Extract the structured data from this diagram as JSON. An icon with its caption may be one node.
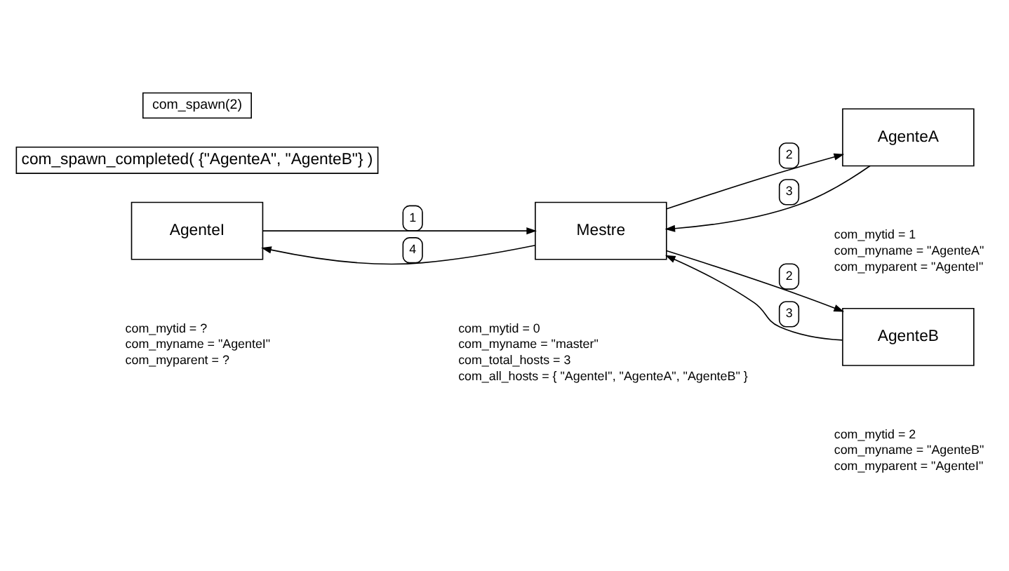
{
  "diagram": {
    "nodes": [
      {
        "text": [
          "AgenteI"
        ],
        "beside": [
          "com_mytid = ?",
          "com_myname = \"AgenteI\"",
          "com_myparent = ?"
        ]
      },
      {
        "text": [
          "com_spawn_completed( {\"AgenteA\", \"AgenteB\"} )"
        ]
      },
      {
        "text": [
          "com_spawn(2)"
        ]
      },
      {
        "text": [
          "Mestre"
        ],
        "beside": [
          "com_mytid = 0",
          "com_myname = \"master\"",
          "com_total_hosts = 3",
          "com_all_hosts = { \"AgenteI\", \"AgenteA\", \"AgenteB\" }"
        ]
      },
      {
        "text": [
          "AgenteA"
        ],
        "beside": [
          "com_mytid = 1",
          "com_myname = \"AgenteA\"",
          "com_myparent = \"AgenteI\""
        ]
      },
      {
        "text": [
          "AgenteB"
        ],
        "beside": [
          "com_mytid = 2",
          "com_myname = \"AgenteB\"",
          "com_myparent = \"AgenteI\""
        ]
      }
    ],
    "edges": [
      {
        "from": 0,
        "to": 3,
        "arrow": "to",
        "label": "1"
      },
      {
        "from": 3,
        "to": 0,
        "arrow": "to",
        "label": "4"
      },
      {
        "from": 3,
        "to": 4,
        "arrow": "to",
        "label": "2"
      },
      {
        "from": 4,
        "to": 3,
        "arrow": "to",
        "label": "3"
      },
      {
        "from": 3,
        "to": 5,
        "arrow": "to",
        "label": "2"
      },
      {
        "from": 5,
        "to": 3,
        "arrow": "to",
        "label": "3"
      }
    ]
  }
}
